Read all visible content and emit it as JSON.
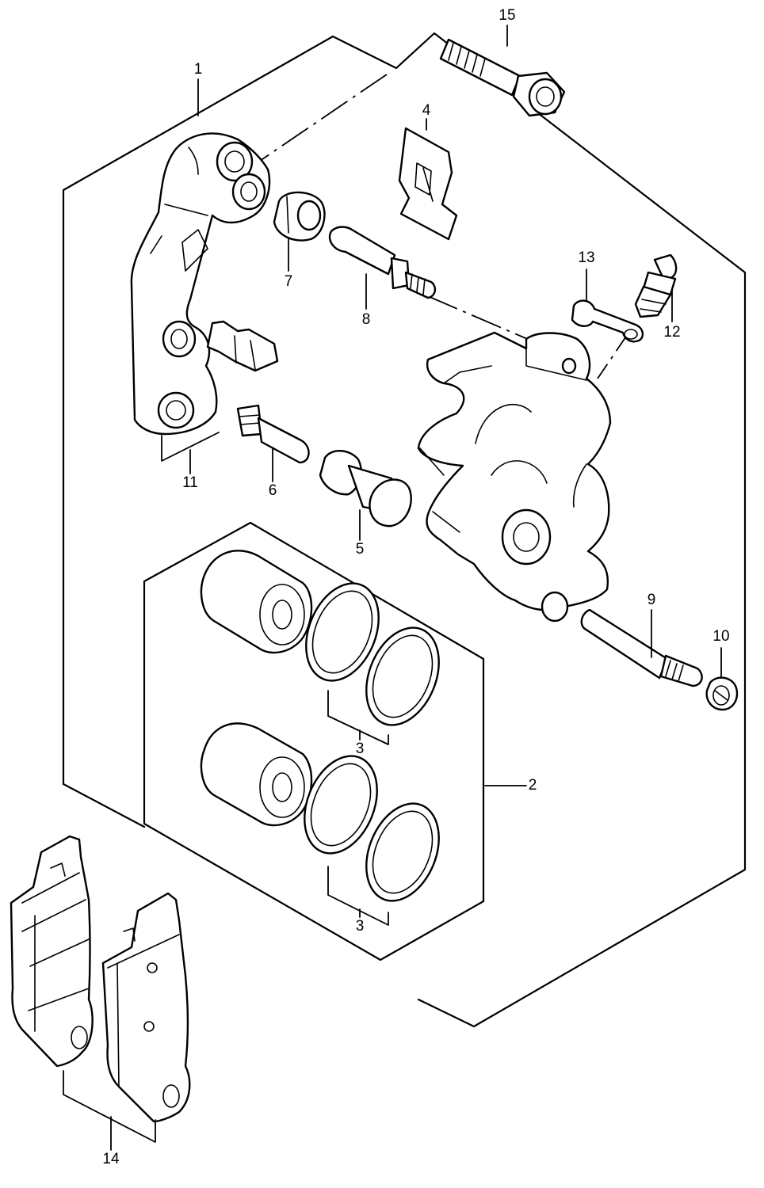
{
  "callouts": [
    {
      "id": "p1",
      "text": "1"
    },
    {
      "id": "p2",
      "text": "2"
    },
    {
      "id": "p3a",
      "text": "3"
    },
    {
      "id": "p3b",
      "text": "3"
    },
    {
      "id": "p4",
      "text": "4"
    },
    {
      "id": "p5",
      "text": "5"
    },
    {
      "id": "p6",
      "text": "6"
    },
    {
      "id": "p7",
      "text": "7"
    },
    {
      "id": "p8",
      "text": "8"
    },
    {
      "id": "p9",
      "text": "9"
    },
    {
      "id": "p10",
      "text": "10"
    },
    {
      "id": "p11",
      "text": "11"
    },
    {
      "id": "p12",
      "text": "12"
    },
    {
      "id": "p13",
      "text": "13"
    },
    {
      "id": "p14",
      "text": "14"
    },
    {
      "id": "p15",
      "text": "15"
    }
  ]
}
